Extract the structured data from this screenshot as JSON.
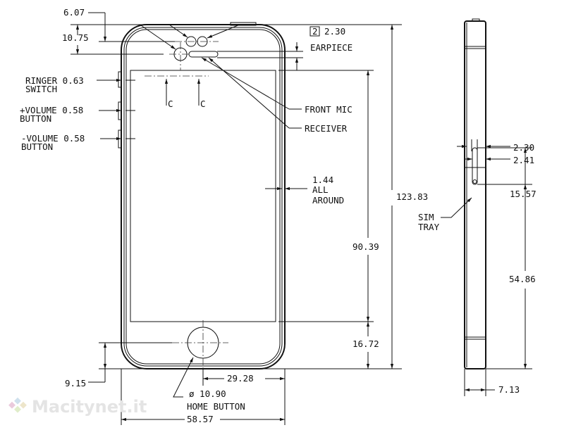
{
  "title": "iPhone 5 dimensional drawing",
  "front_view": {
    "dim_camera_offset": "6.07",
    "dim_top_to_camera": "10.75",
    "earpiece_box": "2",
    "earpiece_value": "2.30",
    "earpiece_label": "EARPIECE",
    "ringer": {
      "line1": "RINGER 0.63",
      "line2": "SWITCH"
    },
    "volume_up": {
      "line1": "+VOLUME 0.58",
      "line2": "BUTTON"
    },
    "volume_down": {
      "line1": "-VOLUME 0.58",
      "line2": "BUTTON"
    },
    "front_mic": "FRONT MIC",
    "receiver": "RECEIVER",
    "section_mark_1": "C",
    "section_mark_2": "C",
    "bezel": {
      "value": "1.44",
      "line2": "ALL",
      "line3": "AROUND"
    },
    "height_total": "123.83",
    "screen_height": "90.39",
    "bottom_to_screen": "16.72",
    "bottom_to_home": "9.15",
    "half_width": "29.28",
    "home_diameter": "ø 10.90",
    "home_label": "HOME BUTTON",
    "width_total": "58.57"
  },
  "side_view": {
    "dim_a": "2.30",
    "dim_b": "2.41",
    "sim_length": "15.57",
    "sim_label_1": "SIM",
    "sim_label_2": "TRAY",
    "sim_to_bottom": "54.86",
    "thickness": "7.13"
  },
  "watermark": "Macitynet.it"
}
